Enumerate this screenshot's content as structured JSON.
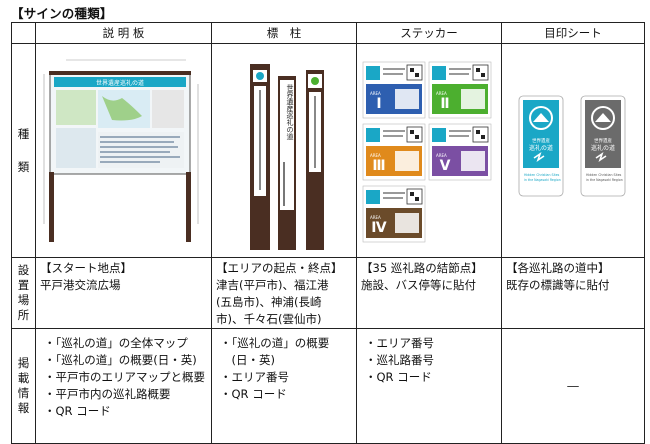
{
  "page_title": "【サインの種類】",
  "columns": [
    "説 明 板",
    "標　柱",
    "ステッカー",
    "目印シート"
  ],
  "row_labels": {
    "types": "種類",
    "location": "設置場所",
    "info": "掲載情報"
  },
  "location": {
    "board": [
      "【スタート地点】",
      "平戸港交流広場"
    ],
    "pillar": [
      "【エリアの起点・終点】",
      "津吉(平戸市)、福江港",
      "(五島市)、神浦(長崎",
      "市)、千々石(雲仙市)"
    ],
    "sticker": [
      "【35 巡礼路の結節点】",
      "施設、バス停等に貼付"
    ],
    "sheet": [
      "【各巡礼路の道中】",
      "既存の標識等に貼付"
    ]
  },
  "info": {
    "board": [
      "・「巡礼の道」の全体マップ",
      "・「巡礼の道」の概要(日・英)",
      "・平戸市のエリアマップと概要",
      "・平戸市内の巡礼路概要",
      "・QR コード"
    ],
    "pillar": [
      "・「巡礼の道」の概要",
      "　(日・英)",
      "・エリア番号",
      "・QR コード"
    ],
    "sticker": [
      "・エリア番号",
      "・巡礼路番号",
      "・QR コード"
    ],
    "sheet": "―"
  },
  "images": {
    "board_heading": "世界遺産巡礼の道",
    "pillar_text": "世界遺産巡礼の道",
    "sticker_numerals": [
      "Ⅰ",
      "Ⅱ",
      "Ⅲ",
      "Ⅴ",
      "Ⅳ"
    ],
    "sticker_area_label": "AREA",
    "sheet_caption_jp_1": "世界遺産",
    "sheet_caption_jp_2": "巡礼の道",
    "sheet_caption_en_1": "Hidden Christian Sites",
    "sheet_caption_en_2": "in the Nagasaki Region",
    "colors": {
      "teal": "#1aa7c6",
      "sticker_colors": [
        "#2e5fb0",
        "#4caf2f",
        "#e08a1c",
        "#7b4fa3",
        "#6b4b2a"
      ],
      "pillar_brown": "#4a2e22",
      "sheet_gray": "#6b6b6b"
    }
  }
}
